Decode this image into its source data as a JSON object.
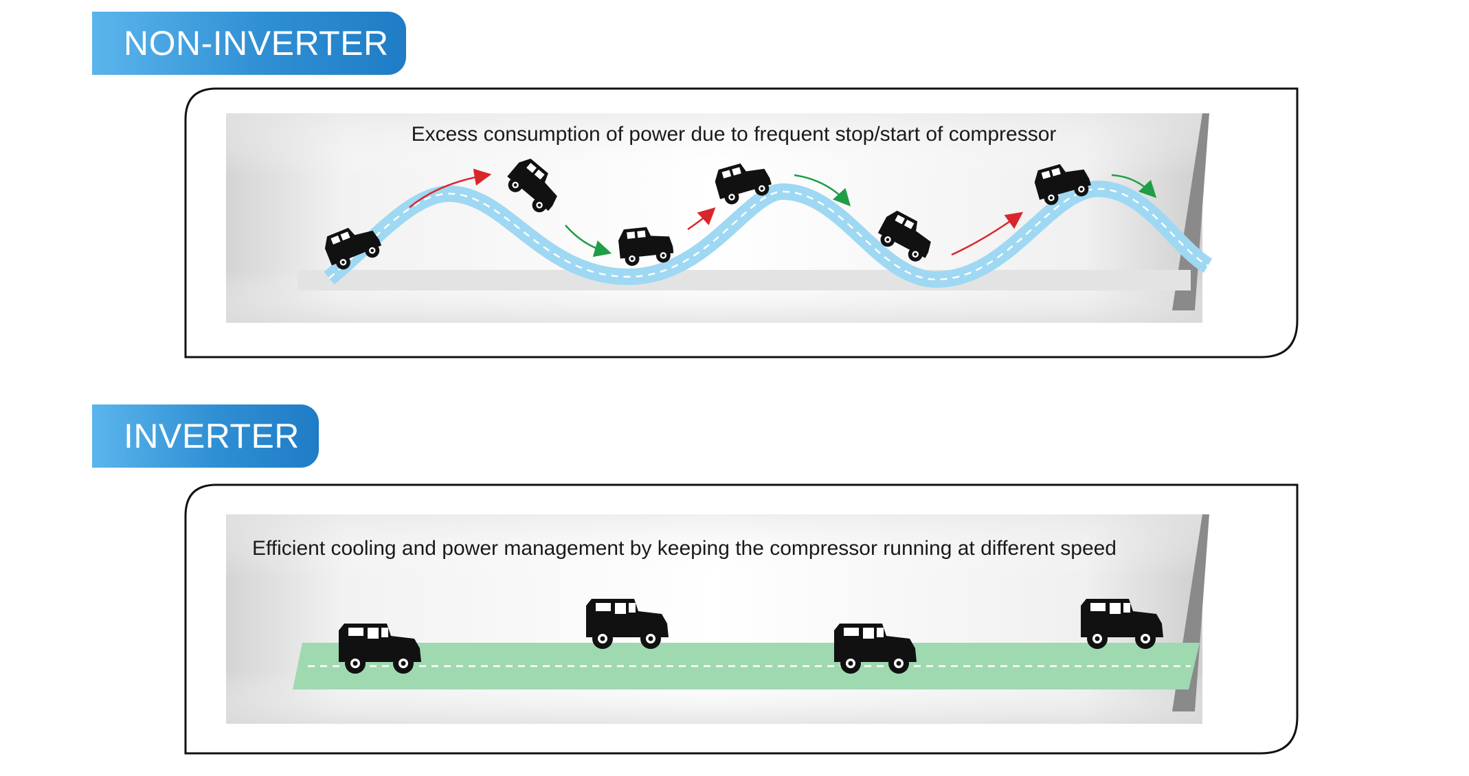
{
  "non_inverter": {
    "tab_label": "NON-INVERTER",
    "caption": "Excess consumption of power due to frequent stop/start of compressor"
  },
  "inverter": {
    "tab_label": "INVERTER",
    "caption": "Efficient cooling and power management by keeping the compressor running at different speed"
  },
  "colors": {
    "tab_blue": "#2f8fd3",
    "wavy_road": "#9fd8f2",
    "flat_road": "#9fd9b0",
    "arrow_up": "#d9262b",
    "arrow_down": "#1f9d47",
    "car": "#111111"
  }
}
